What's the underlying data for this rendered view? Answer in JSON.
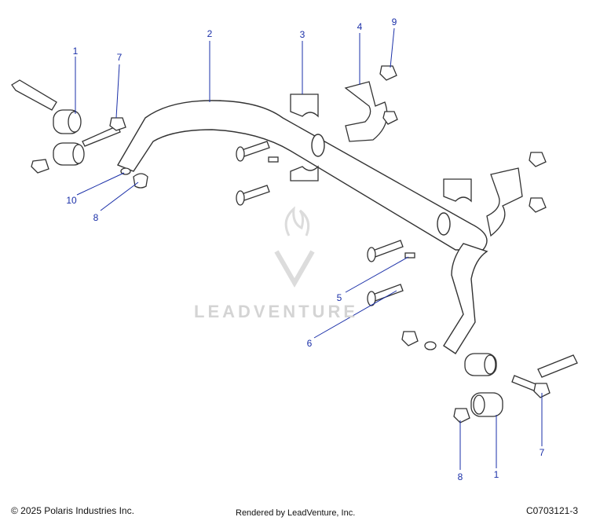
{
  "callouts": [
    {
      "id": "1a",
      "text": "1"
    },
    {
      "id": "7a",
      "text": "7"
    },
    {
      "id": "2",
      "text": "2"
    },
    {
      "id": "3",
      "text": "3"
    },
    {
      "id": "4",
      "text": "4"
    },
    {
      "id": "9",
      "text": "9"
    },
    {
      "id": "10",
      "text": "10"
    },
    {
      "id": "8a",
      "text": "8"
    },
    {
      "id": "5",
      "text": "5"
    },
    {
      "id": "6",
      "text": "6"
    },
    {
      "id": "7b",
      "text": "7"
    },
    {
      "id": "8b",
      "text": "8"
    },
    {
      "id": "1b",
      "text": "1"
    }
  ],
  "watermark": "LEADVENTURE",
  "footer": {
    "copyright": "© 2025 Polaris Industries Inc.",
    "rendered": "Rendered by LeadVenture, Inc.",
    "part_code": "C0703121-3"
  },
  "colors": {
    "callout": "#1a2fa8",
    "line": "#1a2fa8",
    "part_stroke": "#333333"
  }
}
